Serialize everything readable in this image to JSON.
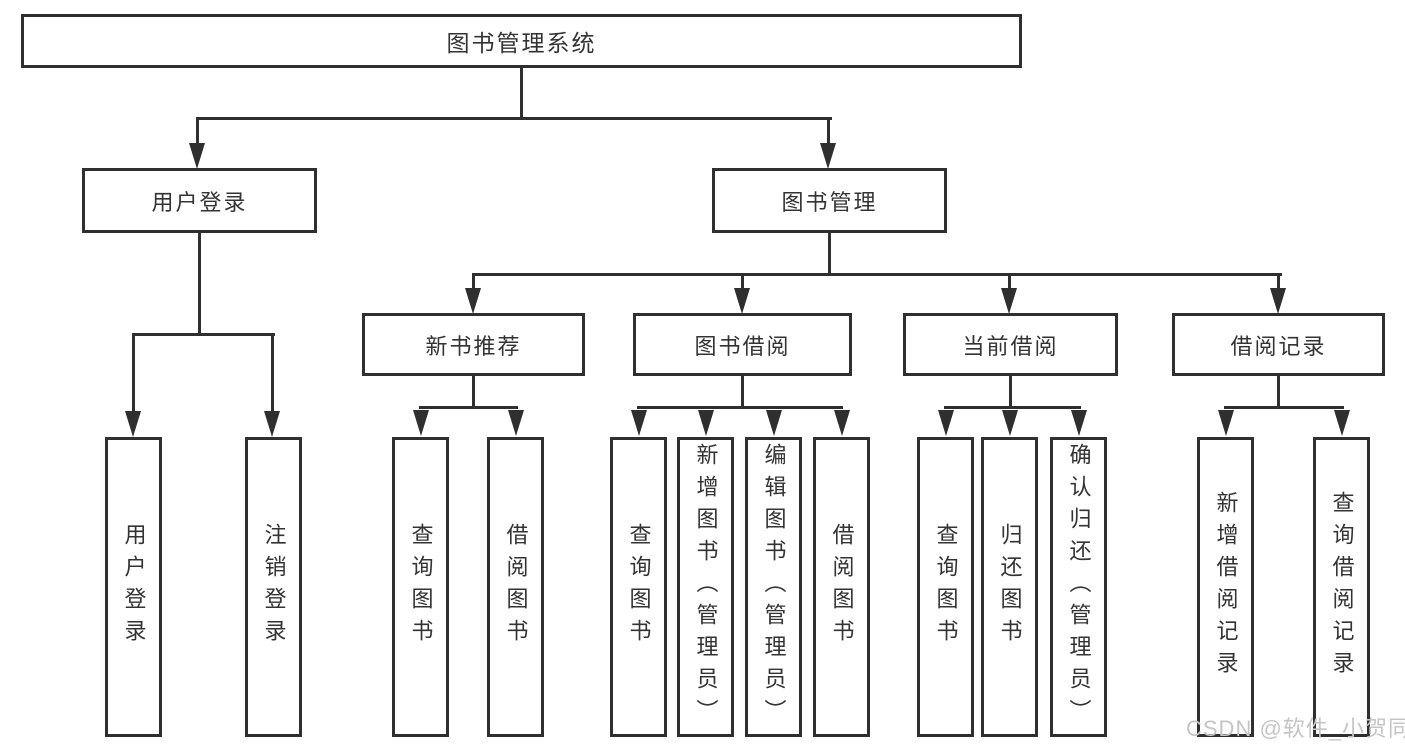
{
  "diagram": {
    "root": {
      "label": "图书管理系统"
    },
    "level2": [
      {
        "label": "用户登录"
      },
      {
        "label": "图书管理"
      }
    ],
    "level3": [
      {
        "label": "新书推荐"
      },
      {
        "label": "图书借阅"
      },
      {
        "label": "当前借阅"
      },
      {
        "label": "借阅记录"
      }
    ],
    "leaves": {
      "user": [
        "用户登录",
        "注销登录"
      ],
      "newbook": [
        "查询图书",
        "借阅图书"
      ],
      "borrow": [
        "查询图书",
        "新增图书（管理员）",
        "编辑图书（管理员）",
        "借阅图书"
      ],
      "current": [
        "查询图书",
        "归还图书",
        "确认归还（管理员）"
      ],
      "records": [
        "新增借阅记录",
        "查询借阅记录"
      ]
    }
  },
  "watermark": {
    "text": "CSDN @软件_小贺同学"
  },
  "colors": {
    "line": "#2f2f2f",
    "text": "#333333",
    "background": "#ffffff",
    "watermark": "#c5c5c5"
  }
}
